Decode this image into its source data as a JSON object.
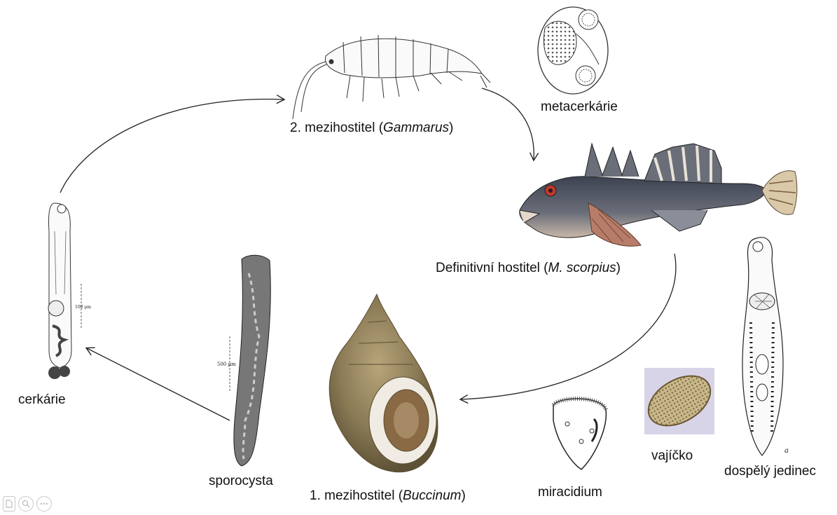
{
  "labels": {
    "gammarus_prefix": "2. mezihostitel (",
    "gammarus_name": "Gammarus",
    "gammarus_suffix": ")",
    "metacercaria": "metacerkárie",
    "definitive_prefix": "Definitivní hostitel (",
    "definitive_name": "M. scorpius",
    "definitive_suffix": ")",
    "cercaria": "cerkárie",
    "sporocyst": "sporocysta",
    "buccinum_prefix": "1. mezihostitel (",
    "buccinum_name": "Buccinum",
    "buccinum_suffix": ")",
    "miracidium": "miracidium",
    "egg": "vajíčko",
    "adult": "dospělý jedinec"
  },
  "scale_bars": {
    "cercaria": "100 μm",
    "sporocyst": "500 μm"
  },
  "figure_letter": "a",
  "toolbar": {
    "icons": [
      "page-icon",
      "zoom-icon",
      "more-icon"
    ]
  },
  "colors": {
    "ink": "#222222",
    "shell": "#8a7a55",
    "fish_body": "#4a4e58",
    "egg_fill": "#c9b98f"
  }
}
